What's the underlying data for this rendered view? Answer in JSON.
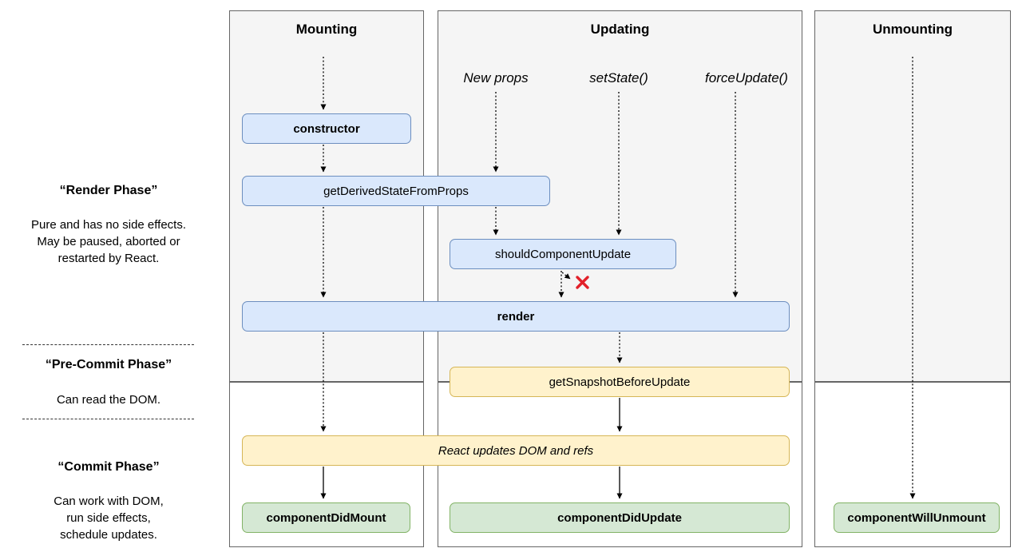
{
  "columns": [
    {
      "title": "Mounting"
    },
    {
      "title": "Updating",
      "triggers": [
        "New props",
        "setState()",
        "forceUpdate()"
      ]
    },
    {
      "title": "Unmounting"
    }
  ],
  "phases": {
    "render": {
      "title": "“Render Phase”",
      "lines": [
        "Pure and has no side effects.",
        "May be paused, aborted or",
        "restarted by React."
      ]
    },
    "pre_commit": {
      "title": "“Pre-Commit Phase”",
      "lines": [
        "Can read the DOM."
      ]
    },
    "commit": {
      "title": "“Commit Phase”",
      "lines": [
        "Can work with DOM,",
        "run side effects,",
        "schedule updates."
      ]
    }
  },
  "nodes": {
    "constructor": "constructor",
    "get_derived_state_from_props": "getDerivedStateFromProps",
    "should_component_update": "shouldComponentUpdate",
    "render": "render",
    "get_snapshot_before_update": "getSnapshotBeforeUpdate",
    "react_updates_dom": "React updates DOM and refs",
    "component_did_mount": "componentDidMount",
    "component_did_update": "componentDidUpdate",
    "component_will_unmount": "componentWillUnmount"
  },
  "colors": {
    "background": "#ffffff",
    "panel_fill": "#f5f5f5",
    "panel_border": "#666666",
    "node_blue_fill": "#dae8fc",
    "node_blue_border": "#6c8ebf",
    "node_yellow_fill": "#fff2cc",
    "node_yellow_border": "#d6b656",
    "node_green_fill": "#d5e8d4",
    "node_green_border": "#82b366",
    "arrow": "#000000",
    "skip_x_red": "#e2212a"
  }
}
